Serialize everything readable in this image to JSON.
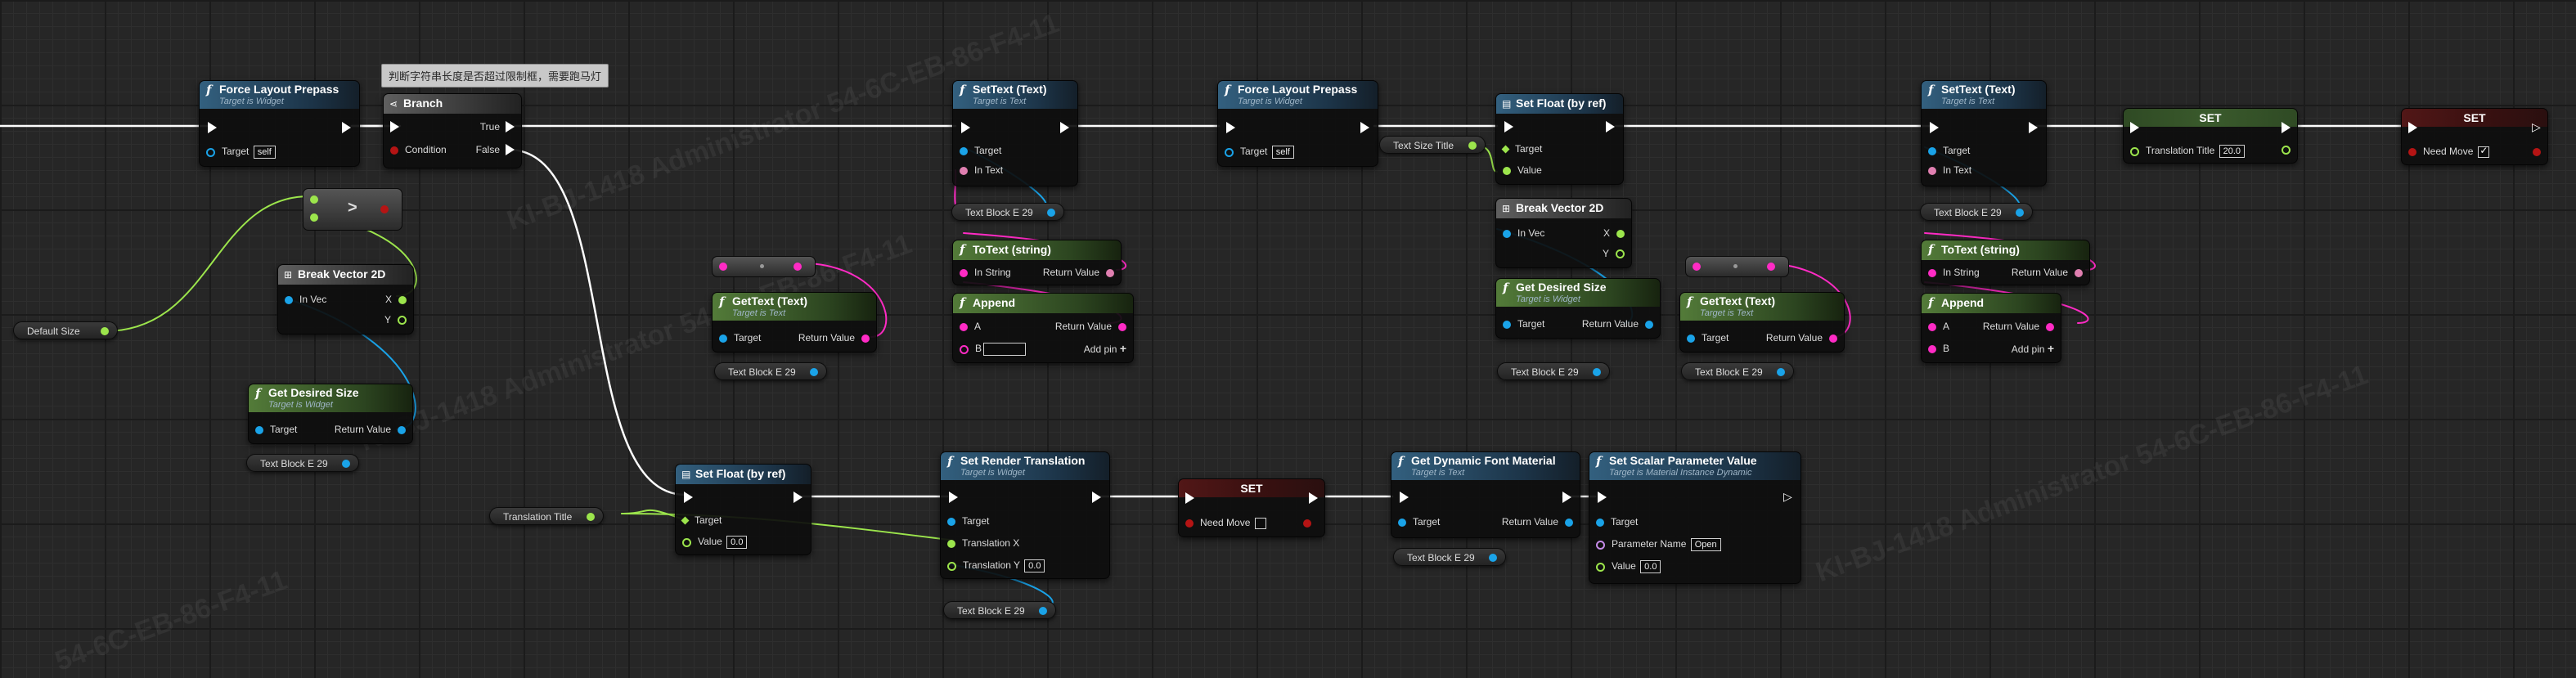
{
  "watermark": [
    "KI-BJ-1418 Administrator 54-6C-EB-86-F4-11",
    "KI-BJ-1418 Administrator 54-6C-EB-86-F4-11",
    "KI-BJ-1418 Administrator 54-6C-EB-86-F4-11",
    "54-6C-EB-86-F4-11"
  ],
  "comment": "判断字符串长度是否超过限制框，需要跑马灯",
  "colors": {
    "exec": "#ffffff",
    "object": "#1aa3e8",
    "text": "#e07fb0",
    "string": "#ff2bc5",
    "vector2d": "#a0e040",
    "float": "#9ce54c",
    "bool": "#b51414",
    "name": "#c58be8"
  },
  "icons": {
    "function": "function-icon",
    "branch": "branch-icon",
    "struct": "break-struct-icon",
    "set": "set-icon"
  },
  "nodes": {
    "flp1": {
      "title": "Force Layout Prepass",
      "subtitle": "Target is Widget",
      "target": "Target",
      "target_value": "self"
    },
    "branch": {
      "title": "Branch",
      "true": "True",
      "condition": "Condition",
      "false": "False"
    },
    "greater": {
      "op": ">"
    },
    "bv1": {
      "title": "Break Vector 2D",
      "in": "In Vec",
      "x": "X",
      "y": "Y"
    },
    "default_size": {
      "label": "Default Size"
    },
    "gds1": {
      "title": "Get Desired Size",
      "subtitle": "Target is Widget",
      "target": "Target",
      "ret": "Return Value"
    },
    "tb1": {
      "label": "Text Block E 29"
    },
    "settext1": {
      "title": "SetText (Text)",
      "subtitle": "Target is Text",
      "target": "Target",
      "intext": "In Text"
    },
    "tb2": {
      "label": "Text Block E 29"
    },
    "totext1": {
      "title": "ToText (string)",
      "instring": "In String",
      "ret": "Return Value"
    },
    "append1": {
      "title": "Append",
      "a": "A",
      "b": "B",
      "b_value": "",
      "ret": "Return Value",
      "addpin": "Add pin"
    },
    "gettext1": {
      "title": "GetText (Text)",
      "subtitle": "Target is Text",
      "target": "Target",
      "ret": "Return Value"
    },
    "tb3": {
      "label": "Text Block E 29"
    },
    "flp2": {
      "title": "Force Layout Prepass",
      "subtitle": "Target is Widget",
      "target": "Target",
      "target_value": "self"
    },
    "tst": {
      "label": "Text Size Title"
    },
    "setfloat1": {
      "title": "Set Float (by ref)",
      "target": "Target",
      "value": "Value"
    },
    "bv2": {
      "title": "Break Vector 2D",
      "in": "In Vec",
      "x": "X",
      "y": "Y"
    },
    "gds2": {
      "title": "Get Desired Size",
      "subtitle": "Target is Widget",
      "target": "Target",
      "ret": "Return Value"
    },
    "tb4": {
      "label": "Text Block E 29"
    },
    "gettext2": {
      "title": "GetText (Text)",
      "subtitle": "Target is Text",
      "target": "Target",
      "ret": "Return Value"
    },
    "tb5": {
      "label": "Text Block E 29"
    },
    "settext2": {
      "title": "SetText (Text)",
      "subtitle": "Target is Text",
      "target": "Target",
      "intext": "In Text"
    },
    "tb6": {
      "label": "Text Block E 29"
    },
    "totext2": {
      "title": "ToText (string)",
      "instring": "In String",
      "ret": "Return Value"
    },
    "append2": {
      "title": "Append",
      "a": "A",
      "b": "B",
      "ret": "Return Value",
      "addpin": "Add pin"
    },
    "set1": {
      "title": "SET",
      "pin": "Translation Title",
      "value": "20.0"
    },
    "set2": {
      "title": "SET",
      "pin": "Need Move",
      "checked": true
    },
    "transtitle": {
      "label": "Translation Title"
    },
    "setfloat2": {
      "title": "Set Float (by ref)",
      "target": "Target",
      "value": "Value",
      "value_value": "0.0"
    },
    "srt": {
      "title": "Set Render Translation",
      "subtitle": "Target is Widget",
      "target": "Target",
      "tx": "Translation X",
      "ty": "Translation Y",
      "ty_value": "0.0"
    },
    "tb7": {
      "label": "Text Block E 29"
    },
    "set3": {
      "title": "SET",
      "pin": "Need Move",
      "checked": false
    },
    "gdfm": {
      "title": "Get Dynamic Font Material",
      "subtitle": "Target is Text",
      "target": "Target",
      "ret": "Return Value"
    },
    "tb8": {
      "label": "Text Block E 29"
    },
    "sspv": {
      "title": "Set Scalar Parameter Value",
      "subtitle": "Target is Material Instance Dynamic",
      "target": "Target",
      "pname": "Parameter Name",
      "pname_value": "Open",
      "value": "Value",
      "value_value": "0.0"
    }
  }
}
